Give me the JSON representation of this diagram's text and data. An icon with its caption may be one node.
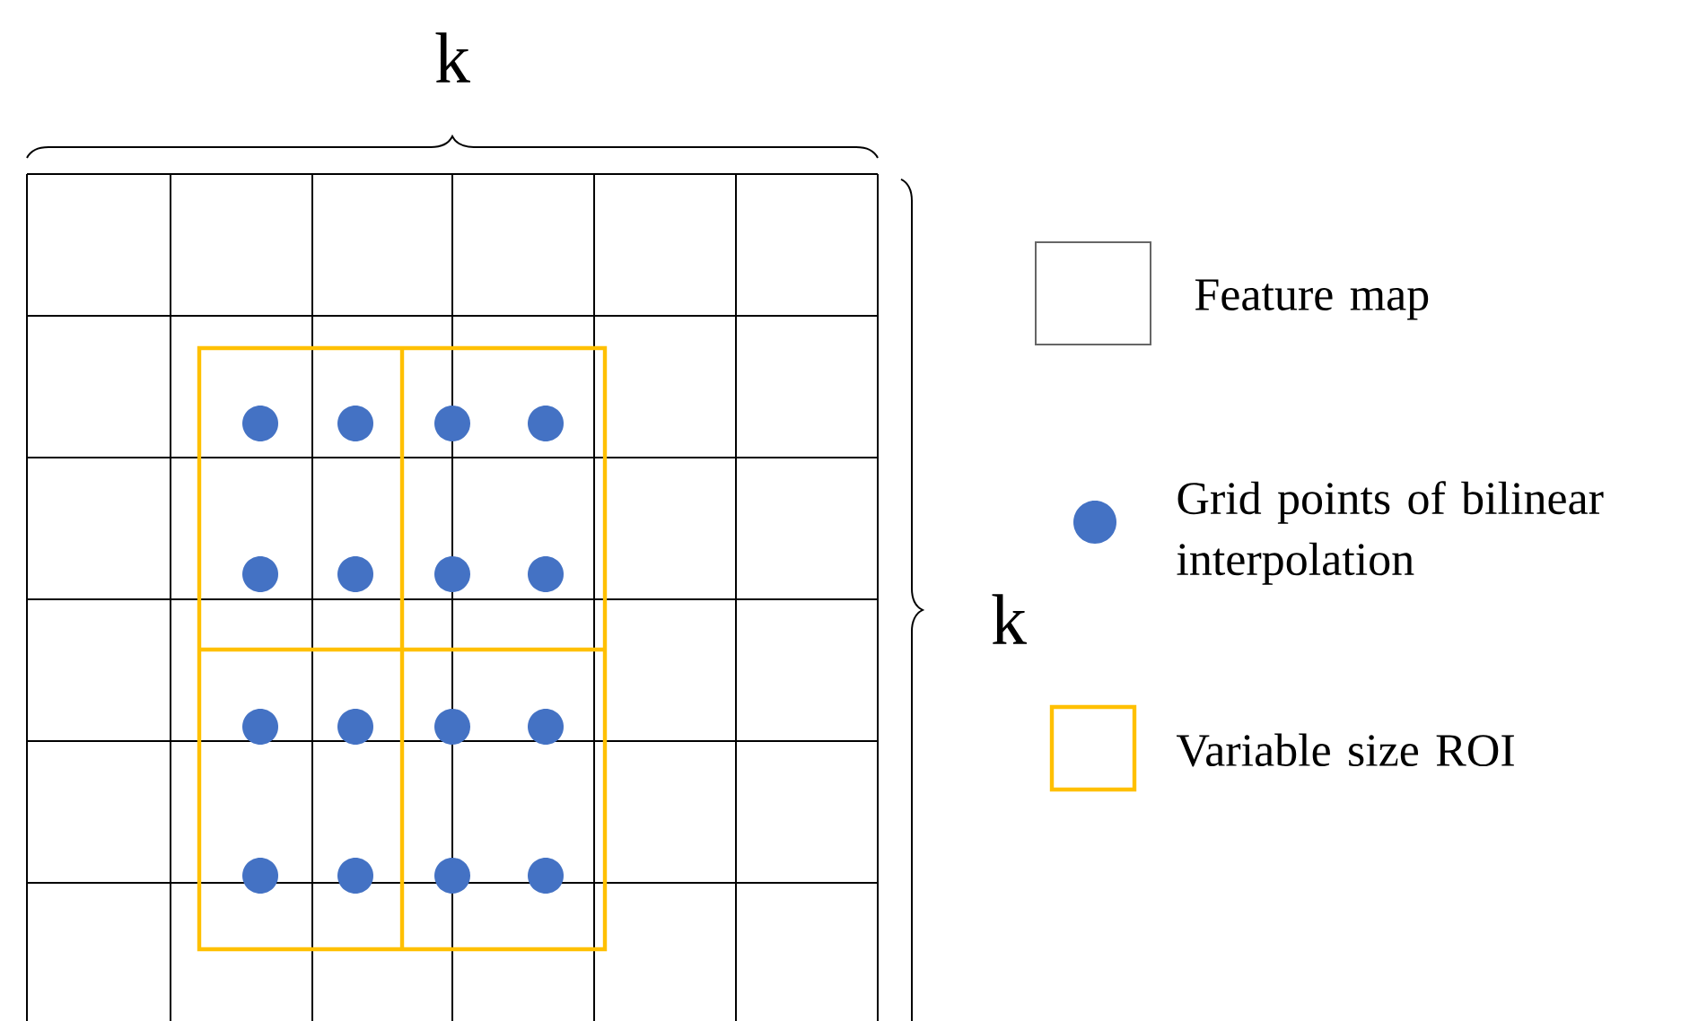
{
  "diagram": {
    "labels": [
      "k",
      "k"
    ],
    "legend": [
      {
        "text": "Feature map"
      },
      {
        "text": "Grid points of bilinear interpolation",
        "color": "#4472c4"
      },
      {
        "text": "Variable size ROI"
      }
    ]
  }
}
